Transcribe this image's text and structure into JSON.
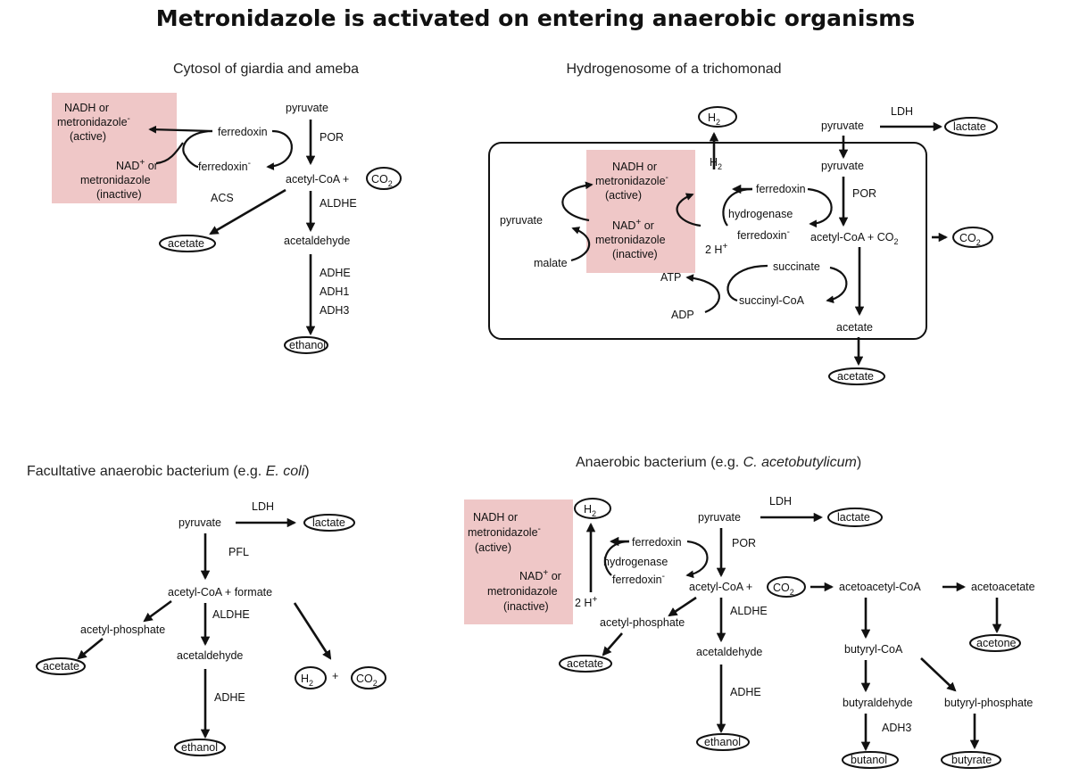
{
  "title": "Metronidazole is activated on entering anaerobic organisms",
  "colors": {
    "highlight": "#efc7c7",
    "line": "#111111"
  },
  "panels": {
    "giardia": {
      "header": "Cytosol of giardia and ameba",
      "pyruvate": "pyruvate",
      "por": "POR",
      "ferredoxin": "ferredoxin",
      "ferredoxin_reduced": "ferredoxin",
      "nadh_line1": "NADH or",
      "nadh_line2": "metronidazole",
      "nadh_line3": "(active)",
      "nad_line1": "NAD",
      "nad_or": " or",
      "nad_line2": "metronidazole",
      "nad_line3": "(inactive)",
      "acetyl_coa": "acetyl-CoA +",
      "co2": "CO",
      "acs": "ACS",
      "aldhe": "ALDHE",
      "acetate": "acetate",
      "acetaldehyde": "acetaldehyde",
      "adhe": "ADHE",
      "adh1": "ADH1",
      "adh3": "ADH3",
      "ethanol": "ethanol"
    },
    "trichomonad": {
      "header": "Hydrogenosome of a trichomonad",
      "h2": "H",
      "h2_inner": "H",
      "ldh": "LDH",
      "pyruvate_out": "pyruvate",
      "lactate": "lactate",
      "pyruvate_in": "pyruvate",
      "por": "POR",
      "ferredoxin": "ferredoxin",
      "hydrogenase": "hydrogenase",
      "ferredoxin_reduced": "ferredoxin",
      "two_h": "2 H",
      "nadh_line1": "NADH or",
      "nadh_line2": "metronidazole",
      "nadh_line3": "(active)",
      "nad_line1": "NAD",
      "nad_or": " or",
      "nad_line2": "metronidazole",
      "nad_line3": "(inactive)",
      "pyruvate_left": "pyruvate",
      "malate": "malate",
      "acetyl_coa": "acetyl-CoA + CO",
      "co2_out": "CO",
      "succinate": "succinate",
      "succinyl_coa": "succinyl-CoA",
      "atp": "ATP",
      "adp": "ADP",
      "acetate_in": "acetate",
      "acetate_out": "acetate"
    },
    "ecoli": {
      "header_prefix": "Facultative anaerobic bacterium (e.g. ",
      "header_italic": "E. coli",
      "header_suffix": ")",
      "ldh": "LDH",
      "pyruvate": "pyruvate",
      "lactate": "lactate",
      "pfl": "PFL",
      "acetyl_coa_formate": "acetyl-CoA + formate",
      "acetyl_phosphate": "acetyl-phosphate",
      "aldhe": "ALDHE",
      "acetate": "acetate",
      "acetaldehyde": "acetaldehyde",
      "h2": "H",
      "plus": "+",
      "co2": "CO",
      "adhe": "ADHE",
      "ethanol": "ethanol"
    },
    "clostridium": {
      "header_prefix": "Anaerobic bacterium (e.g. ",
      "header_italic": "C. acetobutylicum",
      "header_suffix": ")",
      "h2": "H",
      "ldh": "LDH",
      "pyruvate": "pyruvate",
      "lactate": "lactate",
      "por": "POR",
      "ferredoxin": "ferredoxin",
      "hydrogenase": "hydrogenase",
      "ferredoxin_reduced": "ferredoxin",
      "two_h": "2 H",
      "nadh_line1": "NADH or",
      "nadh_line2": "metronidazole",
      "nadh_line3": "(active)",
      "nad_line1": "NAD",
      "nad_or": " or",
      "nad_line2": "metronidazole",
      "nad_line3": "(inactive)",
      "acetyl_coa": "acetyl-CoA +",
      "co2": "CO",
      "acetoacetyl_coa": "acetoacetyl-CoA",
      "acetoacetate": "acetoacetate",
      "acetyl_phosphate": "acetyl-phosphate",
      "aldhe": "ALDHE",
      "acetone": "acetone",
      "butyryl_coa": "butyryl-CoA",
      "acetate": "acetate",
      "acetaldehyde": "acetaldehyde",
      "adhe": "ADHE",
      "butyraldehyde": "butyraldehyde",
      "butyryl_phosphate": "butyryl-phosphate",
      "adh3": "ADH3",
      "ethanol": "ethanol",
      "butanol": "butanol",
      "butyrate": "butyrate"
    }
  }
}
